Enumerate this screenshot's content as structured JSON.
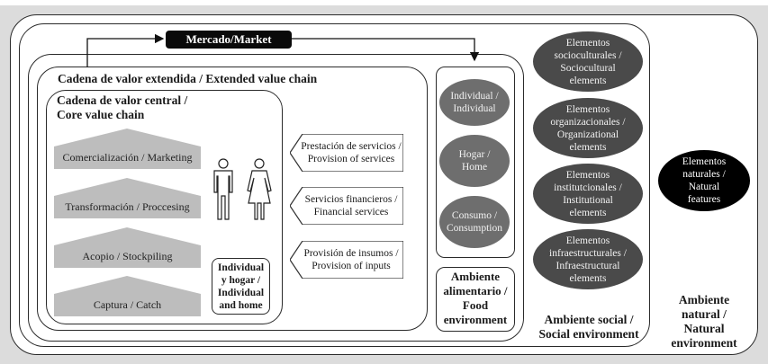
{
  "market": {
    "label": "Mercado/Market"
  },
  "natural_environment": {
    "title_lines": [
      "Ambiente",
      "natural /",
      "Natural",
      "environment"
    ],
    "element": {
      "lines": [
        "Elementos",
        "naturales /",
        "Natural",
        "features"
      ]
    }
  },
  "social_environment": {
    "title_lines": [
      "Ambiente social /",
      "Social environment"
    ],
    "elements": [
      {
        "lines": [
          "Elementos",
          "socioculturales /",
          "Sociocultural",
          "elements"
        ]
      },
      {
        "lines": [
          "Elementos",
          "organizacionales /",
          "Organizational",
          "elements"
        ]
      },
      {
        "lines": [
          "Elementos",
          "institutcionales /",
          "Institutional",
          "elements"
        ]
      },
      {
        "lines": [
          "Elementos",
          "infraestructurales /",
          "Infraestructural",
          "elements"
        ]
      }
    ]
  },
  "food_environment": {
    "title_lines": [
      "Ambiente",
      "alimentario /",
      "Food",
      "environment"
    ],
    "elements": [
      {
        "lines": [
          "Individual /",
          "Individual"
        ]
      },
      {
        "lines": [
          "Hogar /",
          "Home"
        ]
      },
      {
        "lines": [
          "Consumo /",
          "Consumption"
        ]
      }
    ]
  },
  "extended_value_chain": {
    "title": "Cadena de valor extendida / Extended value chain",
    "services": [
      {
        "lines": [
          "Prestación de servicios /",
          "Provision of services"
        ]
      },
      {
        "lines": [
          "Servicios financieros /",
          "Financial services"
        ]
      },
      {
        "lines": [
          "Provisión de insumos /",
          "Provision of inputs"
        ]
      }
    ]
  },
  "core_value_chain": {
    "title_lines": [
      "Cadena de valor central /",
      "Core value chain"
    ],
    "stages": [
      {
        "label": "Comercialización / Marketing"
      },
      {
        "label": "Transformación / Proccesing"
      },
      {
        "label": "Acopio / Stockpiling"
      },
      {
        "label": "Captura / Catch"
      }
    ],
    "household": {
      "lines": [
        "Individual",
        "y hogar /",
        "Individual",
        "and home"
      ]
    },
    "icons": [
      "man-icon",
      "woman-icon"
    ]
  },
  "colors": {
    "background": "#dcdcdc",
    "stage_fill": "#bdbdbd",
    "food_ellipse": "#6e6e6e",
    "social_ellipse": "#4a4a4a",
    "natural_ellipse": "#000000"
  }
}
